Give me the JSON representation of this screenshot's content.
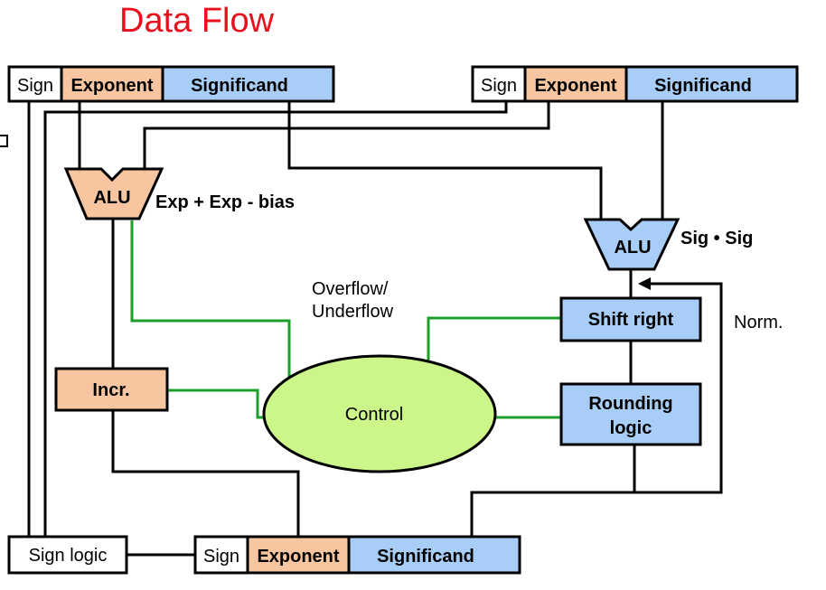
{
  "title": "Data Flow",
  "colors": {
    "title": "#e8101c",
    "exponent_fill": "#f7c6a0",
    "significand_fill": "#a8cdf7",
    "control_fill": "#ccf58a",
    "control_wire": "#1f9e2a",
    "data_wire": "#000000"
  },
  "input_a": {
    "sign": "Sign",
    "exponent": "Exponent",
    "significand": "Significand"
  },
  "input_b": {
    "sign": "Sign",
    "exponent": "Exponent",
    "significand": "Significand"
  },
  "output": {
    "sign": "Sign",
    "exponent": "Exponent",
    "significand": "Significand"
  },
  "exp_alu": {
    "label": "ALU",
    "note": "Exp + Exp - bias"
  },
  "sig_alu": {
    "label": "ALU",
    "note": "Sig • Sig"
  },
  "overflow_label": {
    "line1": "Overflow/",
    "line2": "Underflow"
  },
  "shift_right": "Shift right",
  "norm_label": "Norm.",
  "rounding": {
    "line1": "Rounding",
    "line2": "logic"
  },
  "incr": "Incr.",
  "control": "Control",
  "sign_logic": "Sign logic"
}
